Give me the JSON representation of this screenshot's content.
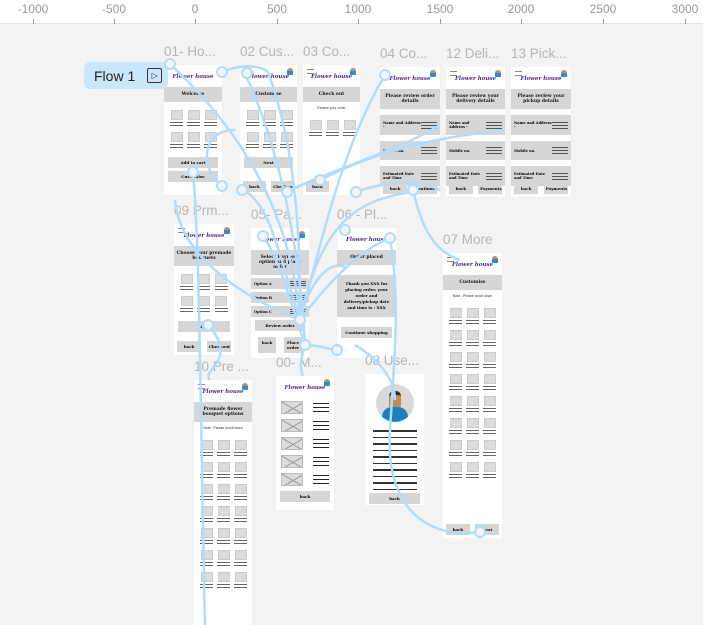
{
  "ruler": {
    "ticks": [
      "-1000",
      "-500",
      "0",
      "500",
      "1000",
      "1500",
      "2000",
      "2500",
      "3000"
    ]
  },
  "flow": {
    "label": "Flow 1",
    "icon": "play-flow-icon"
  },
  "colors": {
    "wire": "#b3dcfb",
    "brand": "#4a2a8a",
    "flow_badge": "#c9e6fb"
  },
  "frames": [
    {
      "id": "f01",
      "label": "01- Ho...",
      "brand": "Flower house",
      "banner": "Welcome",
      "grid_rows": 2,
      "buttons": [
        "Add to cart",
        "Customise"
      ]
    },
    {
      "id": "f02",
      "label": "02 Cus...",
      "brand": "Flower house",
      "banner": "Customise",
      "avatar": true,
      "grid_rows": 2,
      "buttons": [
        "Next"
      ],
      "bottom": [
        "back",
        "Checkout"
      ]
    },
    {
      "id": "f03",
      "label": "03 Co...",
      "brand": "Flower house",
      "banner": "Check out",
      "menu": true,
      "avatar": true,
      "note": "Review your order",
      "grid_rows": 1,
      "buttons": [],
      "bottom": [
        "back"
      ]
    },
    {
      "id": "f04",
      "label": "04 Co...",
      "brand": "Flower house",
      "banner": "Please review order details",
      "avatar": true,
      "rows": [
        "Name and Address -",
        "Mobile no.",
        "Estimated Date and Time"
      ],
      "bottom": [
        "back",
        "Continue"
      ]
    },
    {
      "id": "f12",
      "label": "12 Deli...",
      "brand": "Flower house",
      "banner": "Please review your delivery details",
      "menu": true,
      "avatar": true,
      "rows": [
        "Name and Address -",
        "Mobile no.",
        "Estimated Date and Time"
      ],
      "bottom": [
        "back",
        "Payments"
      ]
    },
    {
      "id": "f13",
      "label": "13 Pick...",
      "brand": "Flower house",
      "banner": "Please review your pickup details",
      "menu": true,
      "avatar": true,
      "rows": [
        "Name and Address -",
        "Mobile no.",
        "Estimated Date and Time"
      ],
      "bottom": [
        "back",
        "Payments"
      ]
    },
    {
      "id": "f09",
      "label": "09 Prm...",
      "brand": "Flower house",
      "banner": "Choose your premade bouquets",
      "menu": true,
      "avatar": true,
      "grid_rows": 2,
      "buttons": [
        "Next"
      ],
      "bottom": [
        "back",
        "Checkout"
      ]
    },
    {
      "id": "f05",
      "label": "05- Pa...",
      "brand": "Flower house",
      "banner": "Select Payment option and place order",
      "avatar": true,
      "rows": [
        "Option A",
        "Option B",
        "Option C"
      ],
      "buttons": [
        "Review order"
      ],
      "bottom": [
        "back",
        "Place order"
      ]
    },
    {
      "id": "f06",
      "label": "06 - Pl...",
      "brand": "Flower house",
      "banner": "Order placed",
      "body": "Thank you XXX for placing order. your order and delivery/pickup date and time is : XXX",
      "buttons": [
        "Continue shopping"
      ]
    },
    {
      "id": "f07",
      "label": "07 More",
      "brand": "Flower house",
      "banner": "Customise",
      "menu": true,
      "avatar": true,
      "note": "Note : Please scroll down",
      "grid_rows": 8,
      "bottom": [
        "back",
        "Next"
      ]
    },
    {
      "id": "f10",
      "label": "10 Pre ...",
      "brand": "Flower house",
      "banner": "Premade flower bouquet options",
      "menu": true,
      "avatar": true,
      "note": "Note : Please scroll down",
      "grid_rows": 7
    },
    {
      "id": "f00",
      "label": "00- M...",
      "brand": "Flower house",
      "avatar": true,
      "list_rows": 5,
      "buttons": [
        "back"
      ]
    },
    {
      "id": "f08",
      "label": "08 Use...",
      "profile": true,
      "text_lines": 10,
      "buttons": [
        "back"
      ]
    }
  ]
}
